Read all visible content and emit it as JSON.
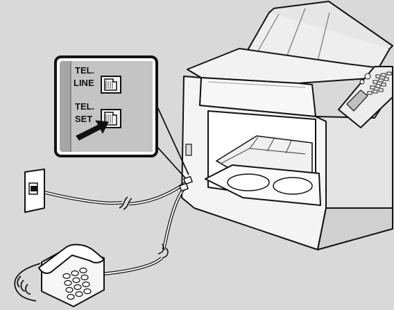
{
  "inset": {
    "port_line": {
      "line1": "TEL.",
      "line2": "LINE"
    },
    "port_set": {
      "line1": "TEL.",
      "line2": "SET"
    }
  }
}
